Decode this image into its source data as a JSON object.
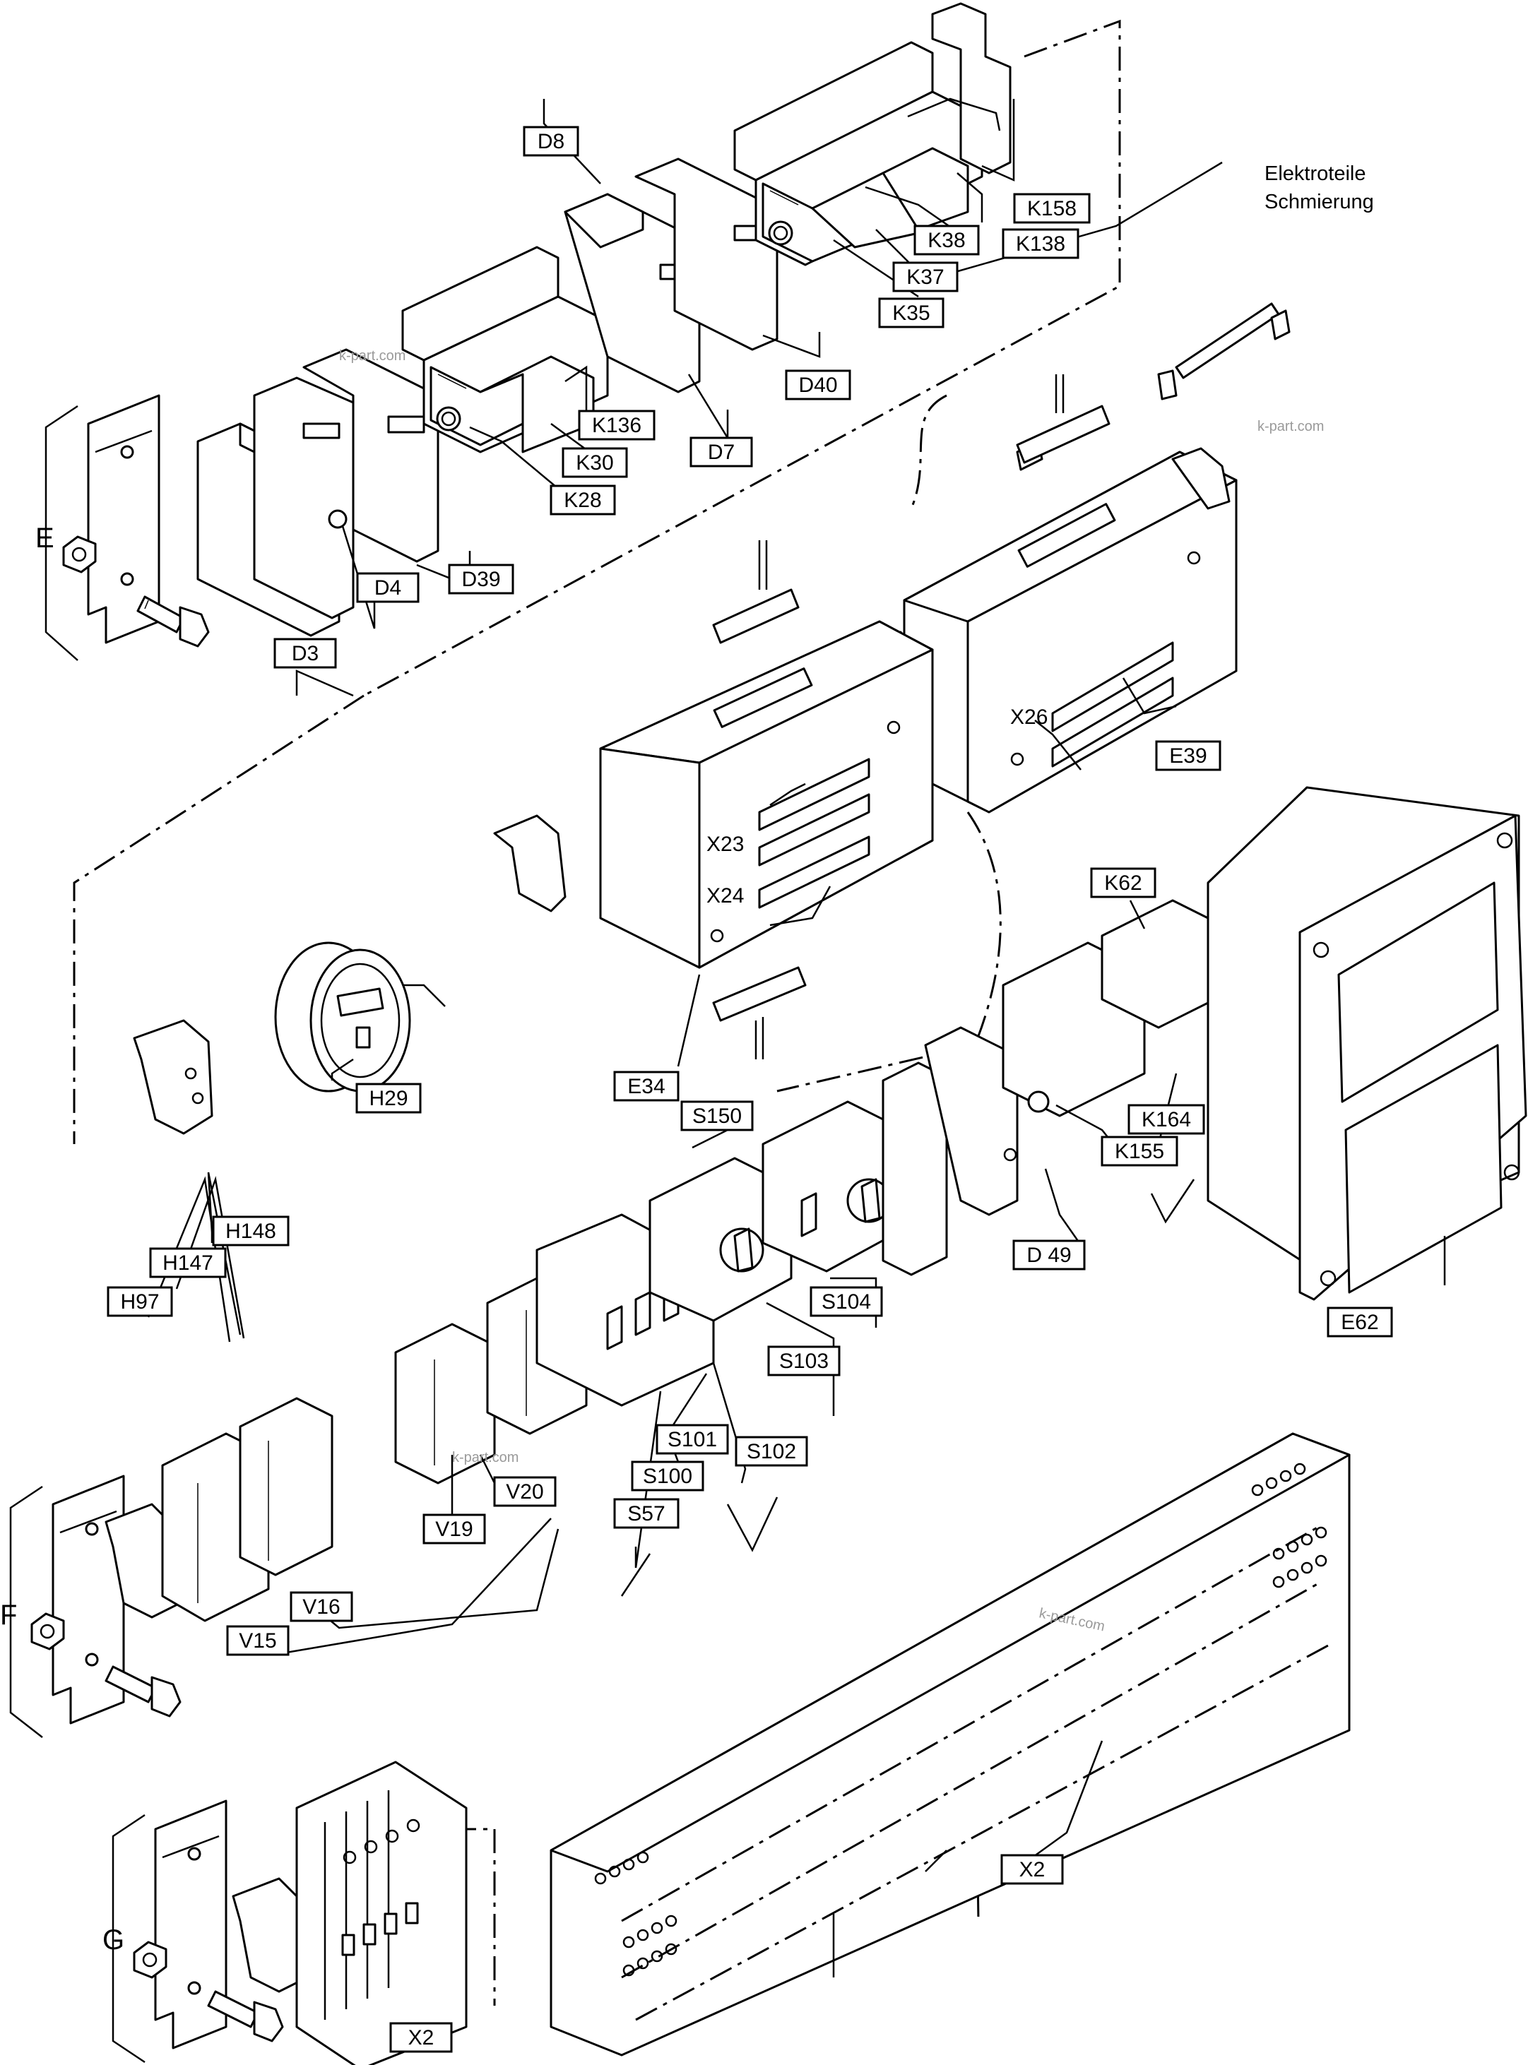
{
  "title_note": [
    "Elektroteile",
    "Schmierung"
  ],
  "group_letters": {
    "E": "E",
    "F": "F",
    "G": "G"
  },
  "watermark": "k-part.com",
  "labels": {
    "D8": "D8",
    "K158": "K158",
    "K38": "K38",
    "K138": "K138",
    "K37": "K37",
    "K35": "K35",
    "D40": "D40",
    "K136": "K136",
    "D7": "D7",
    "K30": "K30",
    "K28": "K28",
    "D39": "D39",
    "D4": "D4",
    "D3": "D3",
    "E39": "E39",
    "X26": "X26",
    "X23": "X23",
    "X24": "X24",
    "E34": "E34",
    "H29": "H29",
    "K62": "K62",
    "K164": "K164",
    "K155": "K155",
    "S150": "S150",
    "D49": "D 49",
    "S104": "S104",
    "S103": "S103",
    "E62": "E62",
    "H148": "H148",
    "H147": "H147",
    "H97": "H97",
    "S101": "S101",
    "S102": "S102",
    "S100": "S100",
    "S57": "S57",
    "V20": "V20",
    "V19": "V19",
    "V16": "V16",
    "V15": "V15",
    "X2_a": "X2",
    "X2_b": "X2"
  }
}
